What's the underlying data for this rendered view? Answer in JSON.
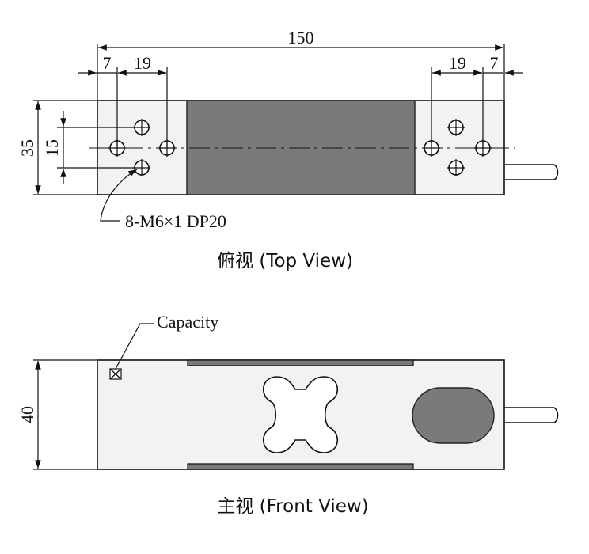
{
  "top_view": {
    "caption": "俯视 (Top View)",
    "dimensions": {
      "overall_length": "150",
      "edge_offset_left": "7",
      "hole_pitch_left": "19",
      "hole_pitch_right": "19",
      "edge_offset_right": "7",
      "width": "35",
      "hole_spacing": "15"
    },
    "hole_note": "8-M6×1 DP20"
  },
  "front_view": {
    "caption": "主视 (Front View)",
    "dimensions": {
      "height": "40"
    },
    "capacity_label": "Capacity"
  },
  "colors": {
    "line": "#111111",
    "body_fill": "#f2f2f2",
    "strain_gauge_area": "#7a7a7a",
    "background": "#ffffff"
  }
}
